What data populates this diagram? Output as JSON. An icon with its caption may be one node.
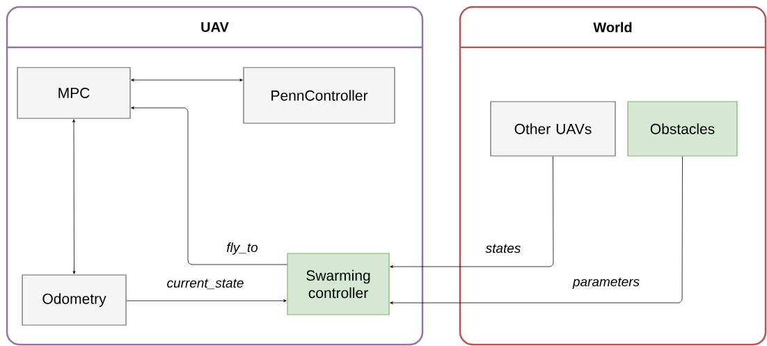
{
  "diagram": {
    "nodes": [
      {
        "text": [
          "UAV"
        ]
      },
      {
        "text": [
          "World"
        ]
      },
      {
        "text": [
          "MPC"
        ],
        "in": 0
      },
      {
        "text": [
          "PennController"
        ],
        "in": 0
      },
      {
        "text": [
          "Odometry"
        ],
        "in": 0
      },
      {
        "text": [
          "Swarming controller"
        ],
        "in": 0
      },
      {
        "text": [
          "Other UAVs"
        ],
        "in": 1
      },
      {
        "text": [
          "Obstacles"
        ],
        "in": 1
      }
    ],
    "edges": [
      {
        "from": 2,
        "to": 3,
        "arrow": "both"
      },
      {
        "from": 5,
        "to": 2,
        "arrow": "to",
        "label": "fly_to"
      },
      {
        "from": 2,
        "to": 4,
        "arrow": "both"
      },
      {
        "from": 4,
        "to": 5,
        "arrow": "to",
        "label": "current_state"
      },
      {
        "from": 6,
        "to": 5,
        "arrow": "to",
        "label": "states"
      },
      {
        "from": 7,
        "to": 5,
        "arrow": "to",
        "label": "parameters"
      }
    ]
  }
}
